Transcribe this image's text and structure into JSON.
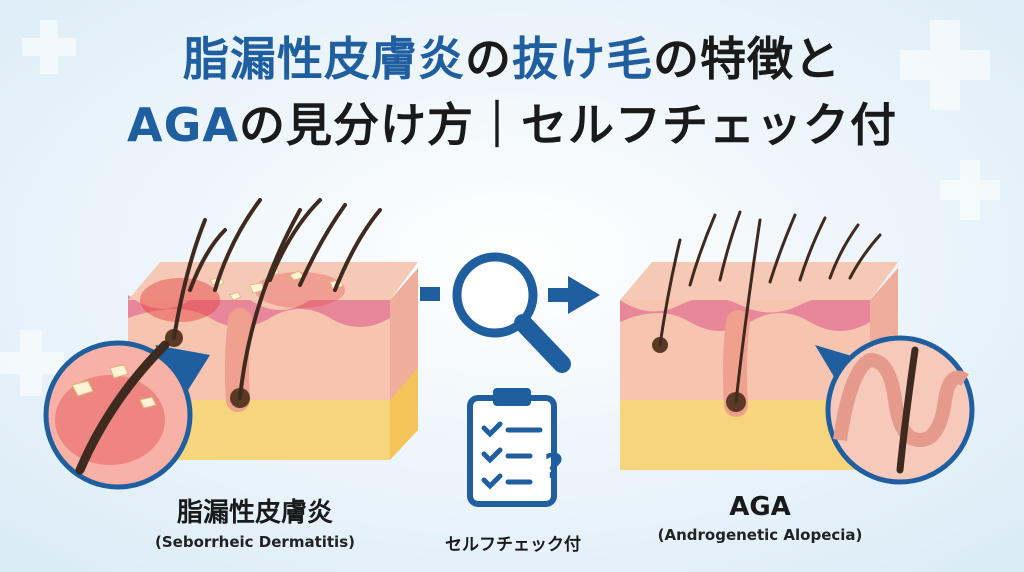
{
  "title": {
    "line1_blue_a": "脂漏性皮膚炎",
    "line1_black_a": "の",
    "line1_blue_b": "抜け毛",
    "line1_black_b": "の特徴と",
    "line2_blue": "AGA",
    "line2_black": "の見分け方｜セルフチェック付"
  },
  "left": {
    "name": "脂漏性皮膚炎",
    "english": "(Seborrheic Dermatitis)"
  },
  "right": {
    "name": "AGA",
    "english": "(Androgenetic Alopecia)"
  },
  "center": {
    "checklist_label": "セルフチェック付"
  },
  "icons": [
    "magnifier-icon",
    "arrow-right-icon",
    "clipboard-checklist-icon"
  ],
  "colors": {
    "title_blue": "#1f5fa0",
    "icon_blue": "#1f5fa0",
    "skin": "#f6c7b8",
    "fat": "#f5d27a",
    "inflammation": "#e23b3b"
  }
}
